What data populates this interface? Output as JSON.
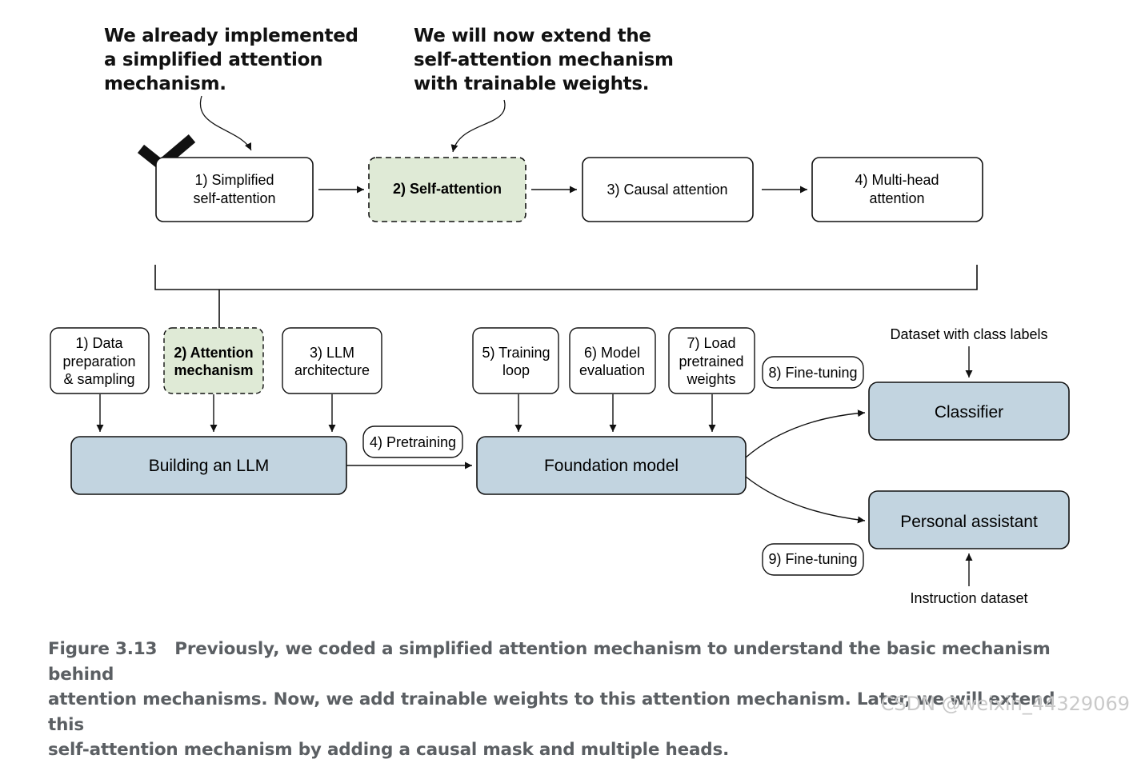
{
  "annotations": {
    "left": [
      "We already implemented",
      "a simplified attention",
      "mechanism."
    ],
    "right": [
      "We will now extend the",
      "self-attention mechanism",
      "with trainable weights."
    ]
  },
  "top_row": [
    [
      "1) Simplified",
      "self-attention"
    ],
    [
      "2) Self-attention"
    ],
    [
      "3) Causal attention"
    ],
    [
      "4) Multi-head",
      "attention"
    ]
  ],
  "stages": {
    "data": [
      "1) Data",
      "preparation",
      "& sampling"
    ],
    "attention": [
      "2) Attention",
      "mechanism"
    ],
    "architecture": [
      "3) LLM",
      "architecture"
    ],
    "pretraining": [
      "4) Pretraining"
    ],
    "training_loop": [
      "5) Training",
      "loop"
    ],
    "evaluation": [
      "6) Model",
      "evaluation"
    ],
    "load_weights": [
      "7) Load",
      "pretrained",
      "weights"
    ],
    "finetune_8": [
      "8) Fine-tuning"
    ],
    "finetune_9": [
      "9) Fine-tuning"
    ]
  },
  "main_boxes": {
    "building": "Building an LLM",
    "foundation": "Foundation model",
    "classifier": "Classifier",
    "assistant": "Personal assistant"
  },
  "inputs": {
    "class_labels": "Dataset with class labels",
    "instruction": "Instruction dataset"
  },
  "caption": {
    "label": "Figure 3.13",
    "lines": [
      "Previously, we coded a simplified attention mechanism to understand the basic mechanism behind",
      "attention mechanisms. Now, we add trainable weights to this attention mechanism. Later, we will extend this",
      "self-attention mechanism by adding a causal mask and multiple heads."
    ]
  },
  "watermark": "CSDN @weixin_44329069",
  "colors": {
    "highlight_fill": "#dfead6",
    "main_fill": "#c2d4e0",
    "stroke": "#111111",
    "caption": "#5b5f63"
  }
}
